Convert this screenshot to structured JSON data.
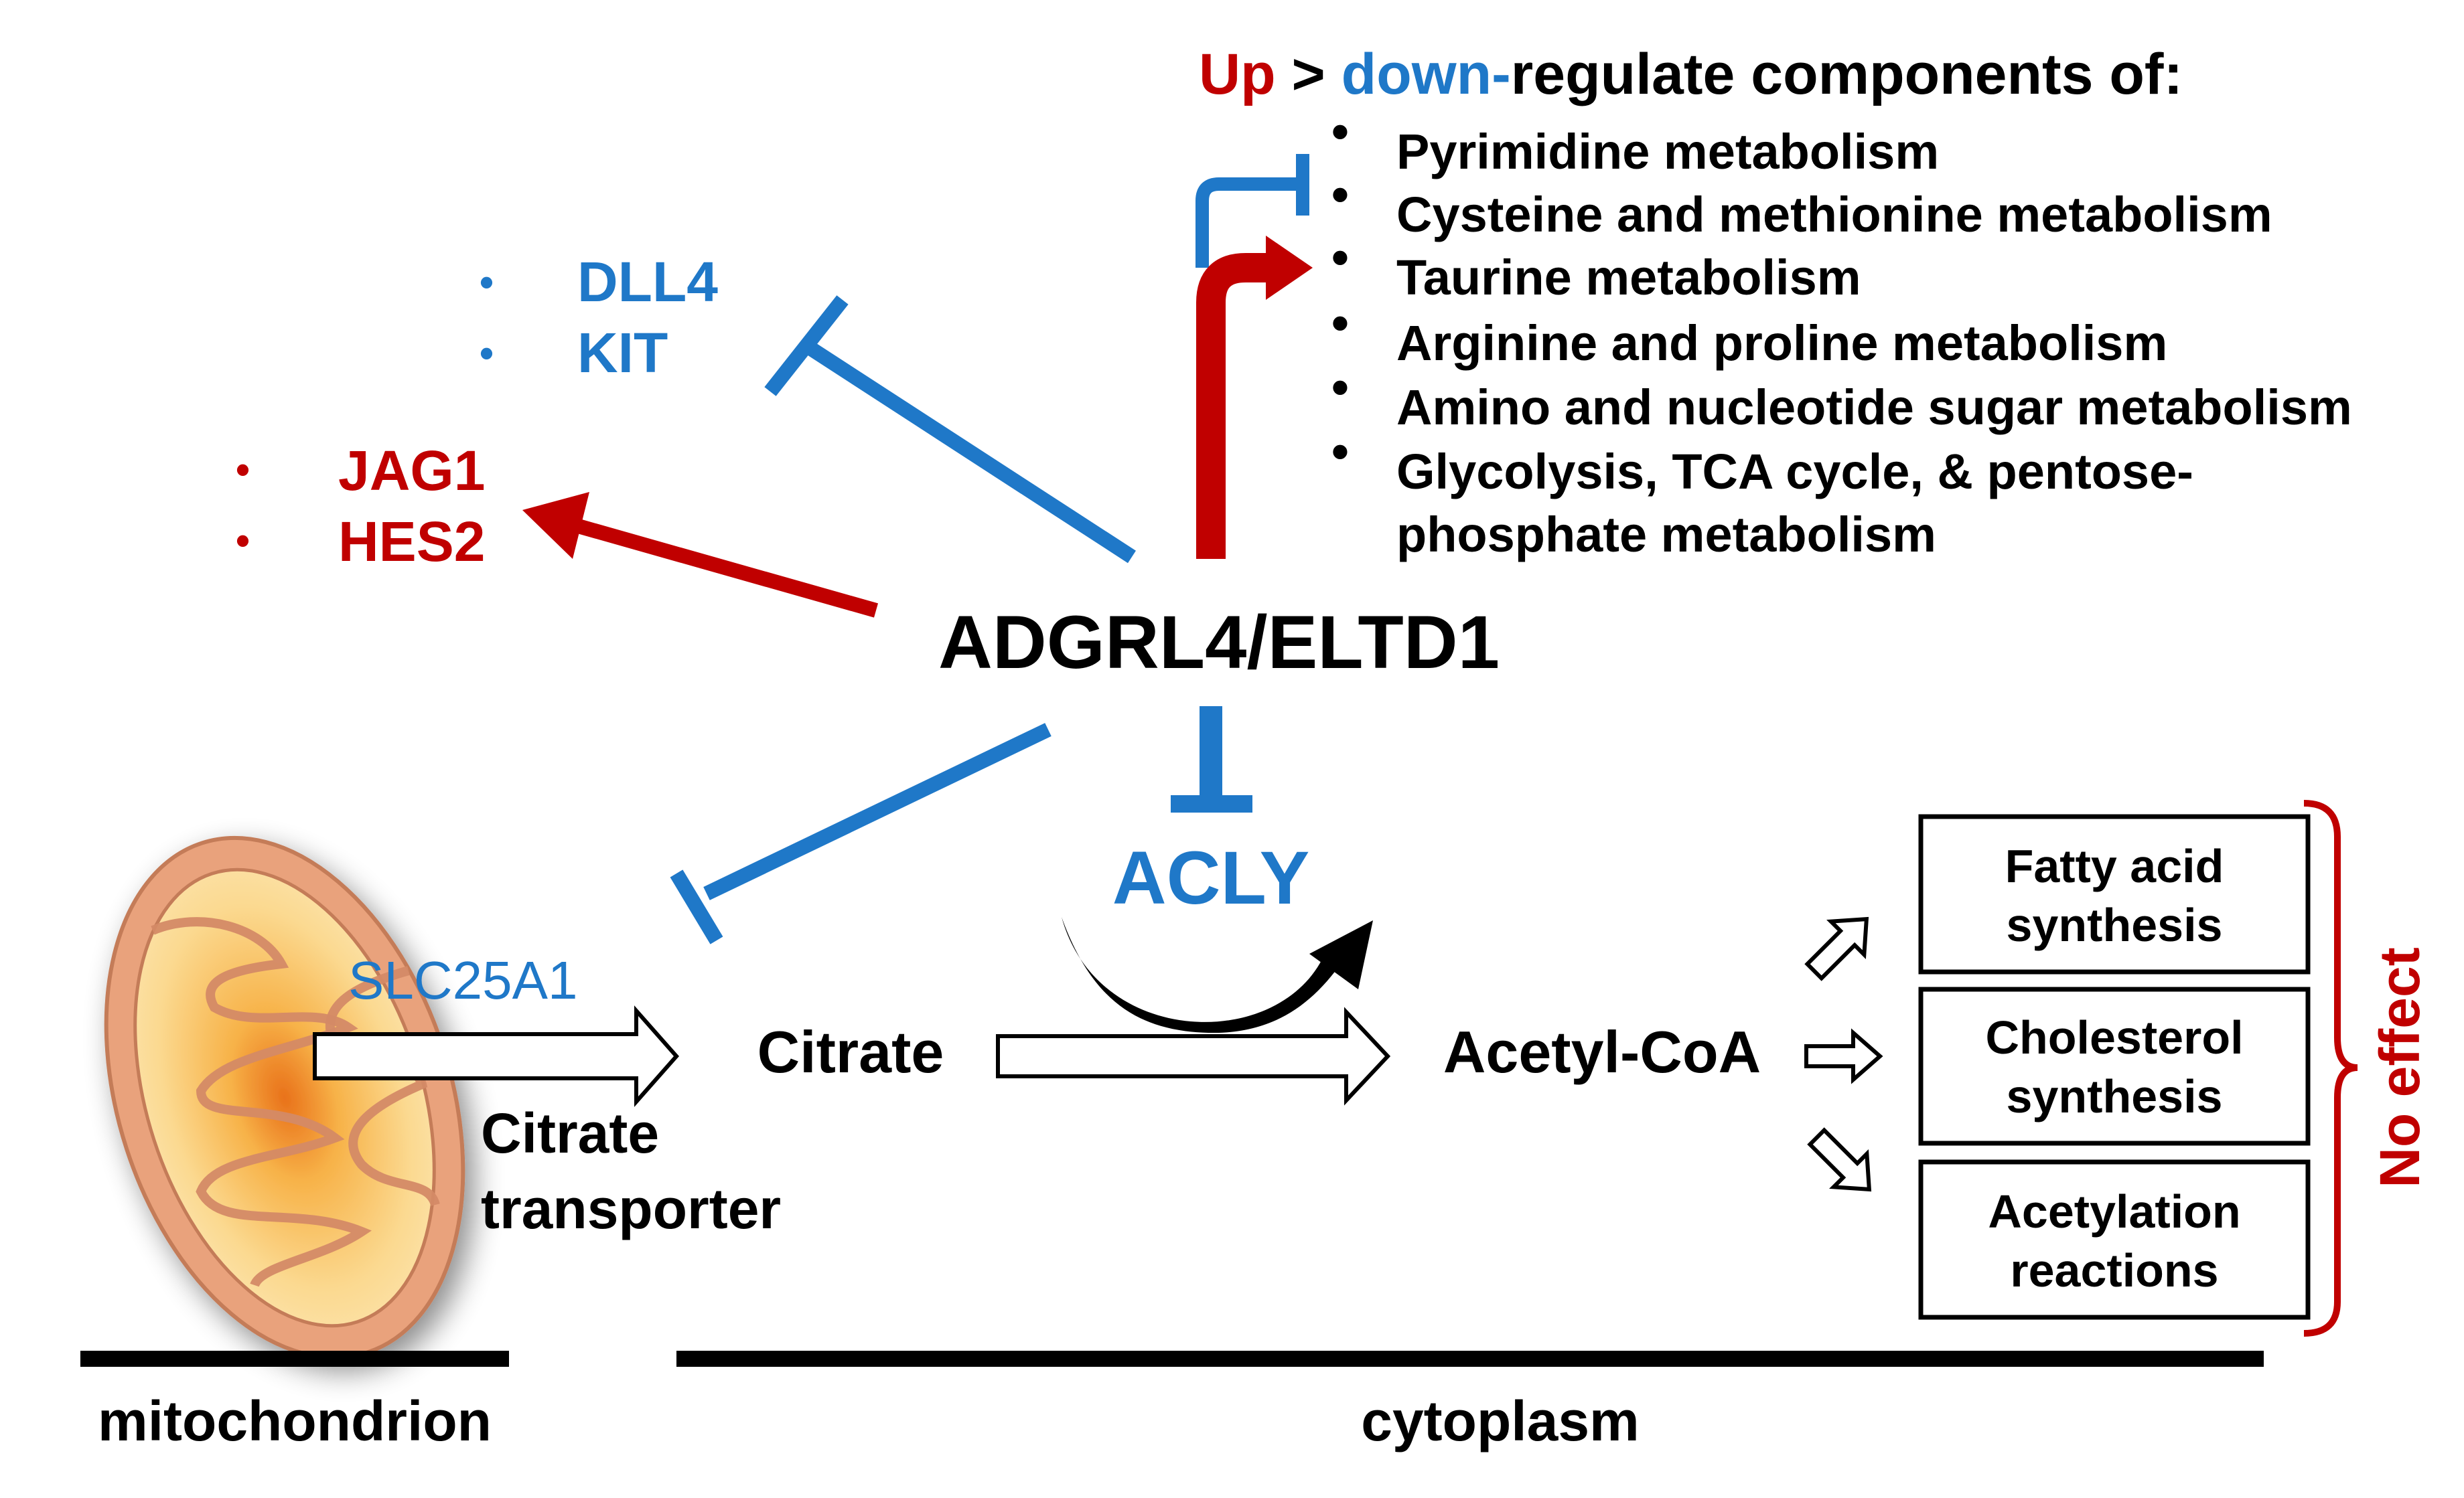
{
  "colors": {
    "up": "#c00000",
    "down": "#1f78c8",
    "text": "#000000",
    "mito_outer": "#e8a078",
    "mito_inner": "#f8c070",
    "mito_core": "#e96d10"
  },
  "header": {
    "up": "Up",
    "gt": " > ",
    "down": "down-",
    "rest": "regulate components of:"
  },
  "pathways": [
    "Pyrimidine metabolism",
    "Cysteine and methionine metabolism",
    "Taurine metabolism",
    "Arginine and proline metabolism",
    "Amino and nucleotide sugar metabolism",
    "Glycolysis, TCA cycle, & pentose-",
    "phosphate metabolism"
  ],
  "bullet": "•",
  "inhibited_genes": [
    "DLL4",
    "KIT"
  ],
  "activated_genes": [
    "JAG1",
    "HES2"
  ],
  "central": "ADGRL4/ELTD1",
  "enzyme": "ACLY",
  "transporter_gene": "SLC25A1",
  "transporter_label": [
    "Citrate",
    "transporter"
  ],
  "citrate": "Citrate",
  "acetyl_coa": "Acetyl-CoA",
  "outputs": [
    [
      "Fatty acid",
      "synthesis"
    ],
    [
      "Cholesterol",
      "synthesis"
    ],
    [
      "Acetylation",
      "reactions"
    ]
  ],
  "no_effect": "No effect",
  "compartments": {
    "mito": "mitochondrion",
    "cyto": "cytoplasm"
  },
  "icons": {
    "mitochondrion": "mitochondrion-icon",
    "inhibit": "t-bar-inhibition-icon",
    "activate": "arrowhead-icon"
  }
}
